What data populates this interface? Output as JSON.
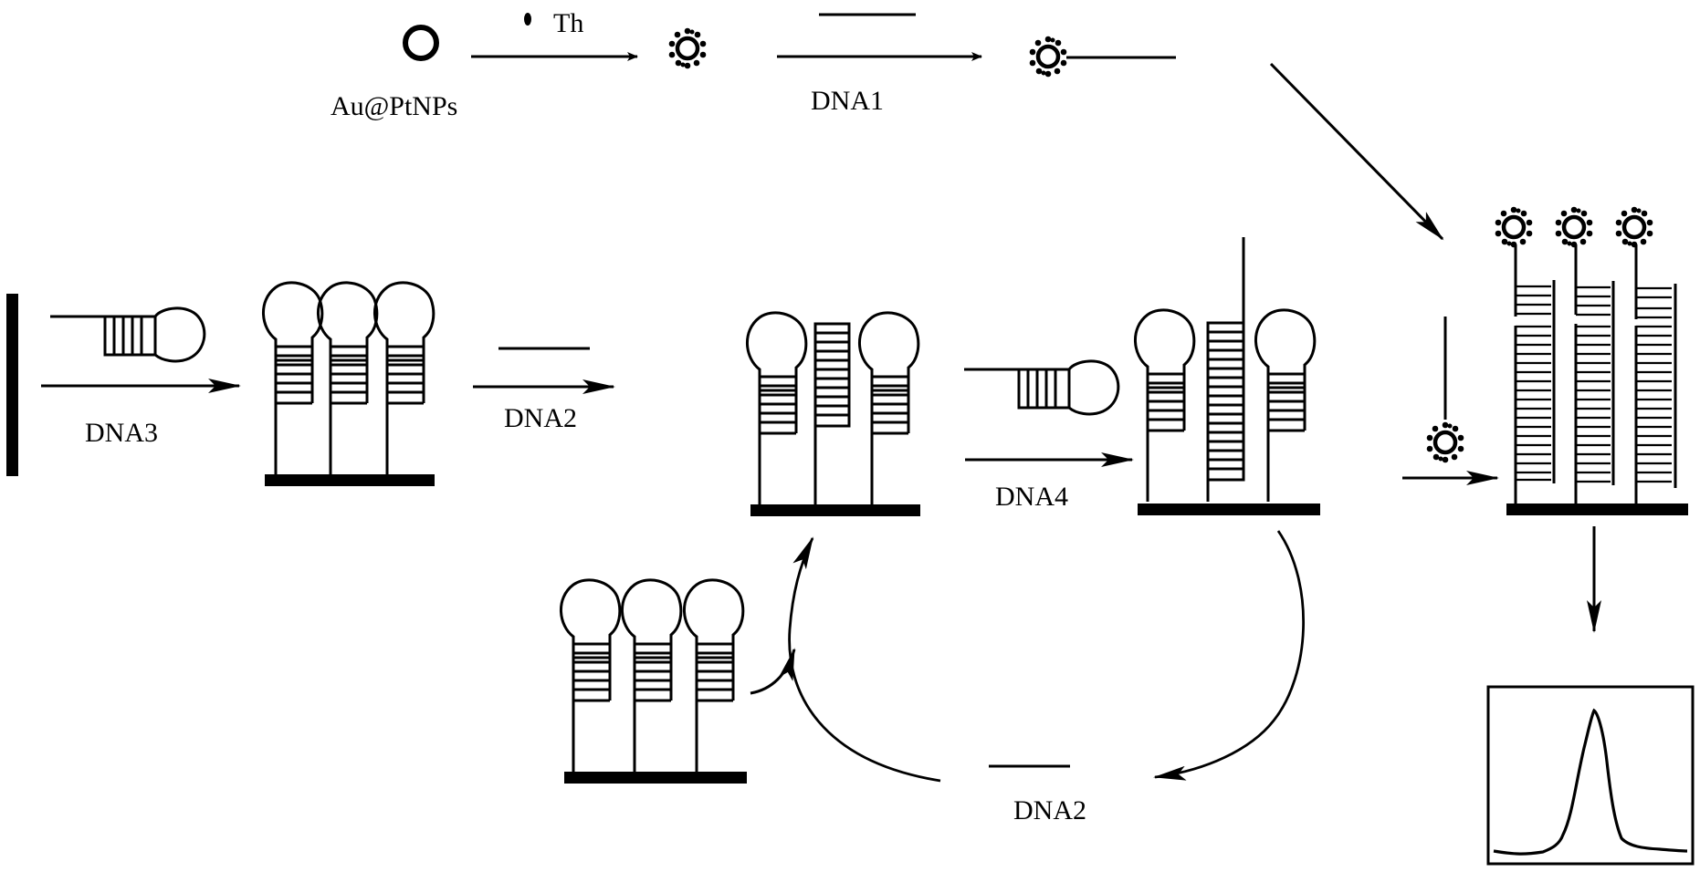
{
  "diagram": {
    "title": "Au@PtNPs / DNA hairpin catalytic amplification electrochemical sensing scheme",
    "colors": {
      "ink": "#000000",
      "background": "#ffffff"
    },
    "labels": {
      "nanoparticle": "Au@PtNPs",
      "thionine": "Th",
      "dna1": "DNA1",
      "dna2_top": "DNA2",
      "dna3": "DNA3",
      "dna4": "DNA4",
      "dna2_cycle": "DNA2"
    },
    "steps": [
      {
        "from": "Au@PtNPs",
        "reagent": "Th",
        "to": "Th-loaded Au@PtNPs"
      },
      {
        "from": "Th-loaded Au@PtNPs",
        "reagent": "DNA1",
        "to": "DNA1-Au@PtNPs-Th probe"
      },
      {
        "from": "electrode",
        "reagent": "DNA3",
        "to": "hairpin-modified electrode"
      },
      {
        "from": "hairpin-modified electrode",
        "reagent": "DNA2",
        "to": "opened hairpin"
      },
      {
        "from": "opened hairpin",
        "reagent": "DNA4",
        "to": "DNA3/DNA4 duplex, DNA2 released"
      },
      {
        "from": "duplex electrode",
        "reagent": "DNA1-Au@PtNPs-Th probe",
        "to": "labeled electrode"
      },
      {
        "from": "labeled electrode",
        "reagent": "",
        "to": "DPV peak signal"
      }
    ],
    "cycle": {
      "recycled_strand": "DNA2"
    },
    "signal": {
      "shape": "single peak",
      "type": "voltammogram"
    }
  }
}
